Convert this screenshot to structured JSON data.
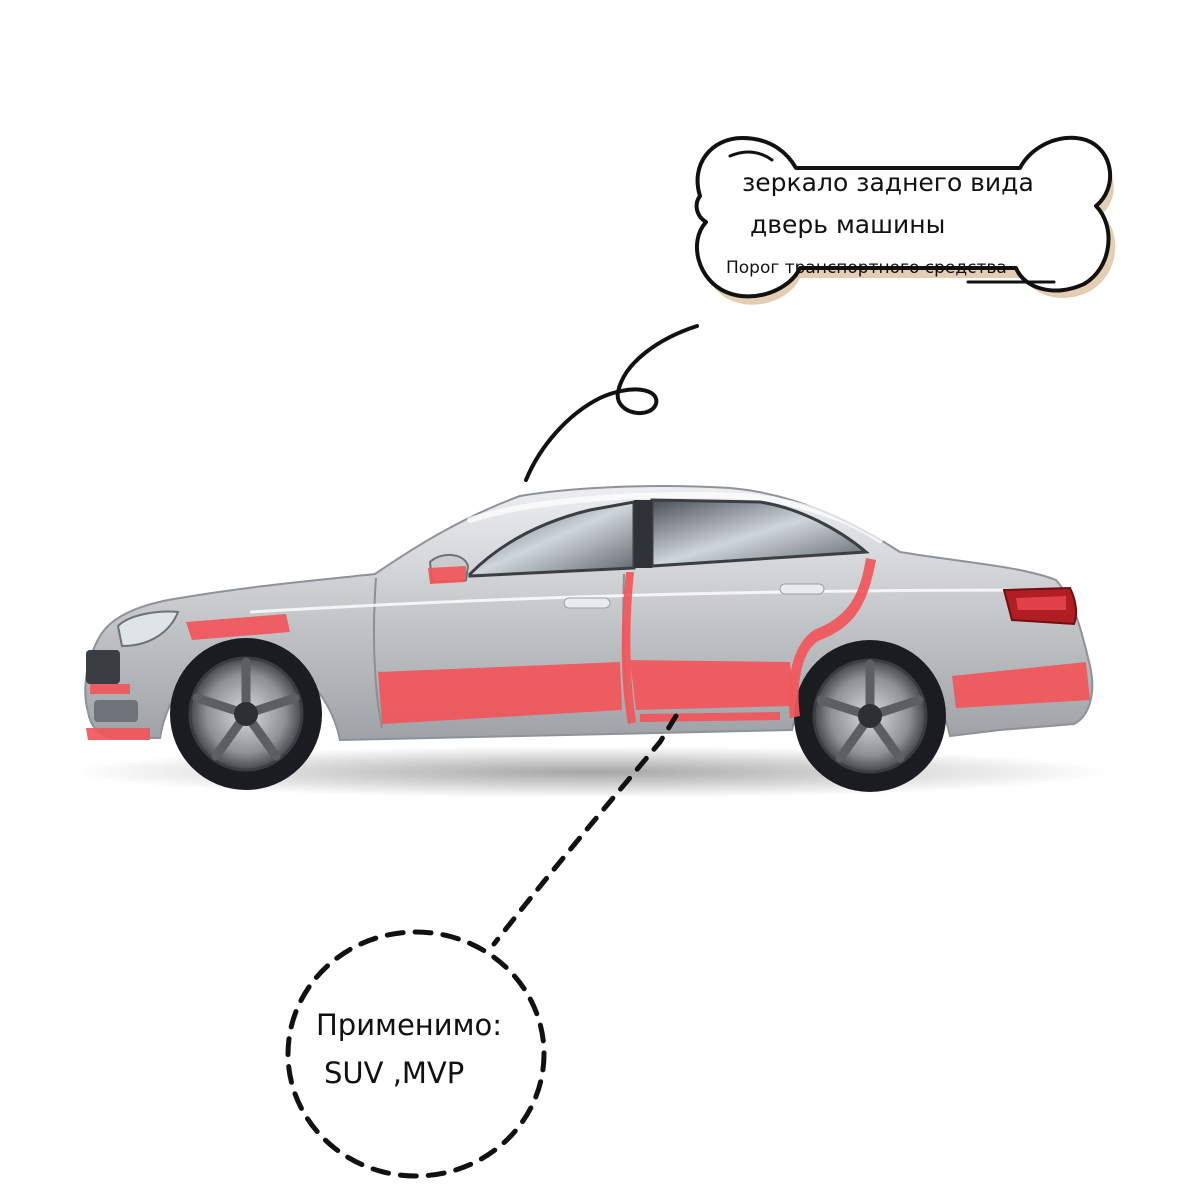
{
  "callout_bone": {
    "line1": "зеркало заднего вида",
    "line2": "дверь машины",
    "line3": "Порог транспортного средства"
  },
  "callout_circle": {
    "line1": "Применимо:",
    "line2": "SUV ,MVP"
  },
  "colors": {
    "background": "#ffffff",
    "car_body": "#c9cbcd",
    "protection_strip": "#f2555a",
    "bone_shadow": "#e3cdb3",
    "outline": "#111111"
  }
}
